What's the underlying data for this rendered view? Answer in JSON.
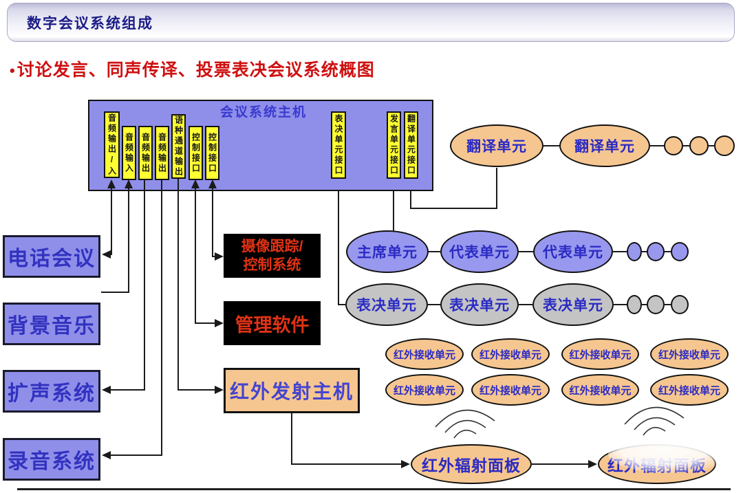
{
  "header": {
    "title": "数字会议系统组成"
  },
  "subtitle": {
    "bullet": "•",
    "text": "讨论发言、同声传译、投票表决会议系统概图"
  },
  "host": {
    "title": "会议系统主机",
    "ports_left": [
      "音频输出/入",
      "音频输入",
      "音频输出",
      "音频输出",
      "语种通道输出",
      "控制接口",
      "控制接口"
    ],
    "ports_right": [
      "表决单元接口",
      "发言单元接口",
      "翻译单元接口"
    ]
  },
  "peripherals": {
    "items": [
      "电话会议",
      "背景音乐",
      "扩声系统",
      "录音系统"
    ]
  },
  "control": {
    "camera_line1": "摄像跟踪/",
    "camera_line2": "控制系统",
    "software": "管理软件"
  },
  "ir": {
    "host": "红外发射主机"
  },
  "units": {
    "translator": [
      "翻译单元",
      "翻译单元"
    ],
    "discussion": [
      "主席单元",
      "代表单元",
      "代表单元"
    ],
    "voting": [
      "表决单元",
      "表决单元",
      "表决单元"
    ],
    "ir_receivers": [
      "红外接收单元",
      "红外接收单元",
      "红外接收单元",
      "红外接收单元",
      "红外接收单元",
      "红外接收单元",
      "红外接收单元",
      "红外接收单元"
    ],
    "ir_panels": [
      "红外辐射面板",
      "红外辐射面板"
    ]
  },
  "colors": {
    "box_blue": "#8f8fea",
    "unit_blue": "#9898ee",
    "unit_orange": "#f6c690",
    "unit_gray": "#c4c4c4",
    "port_yellow": "#ffff33",
    "text_blue": "#2a2ac4",
    "alert_red": "#e03214",
    "title_navy": "#1c1c86",
    "subtitle_red": "#cf1010"
  }
}
